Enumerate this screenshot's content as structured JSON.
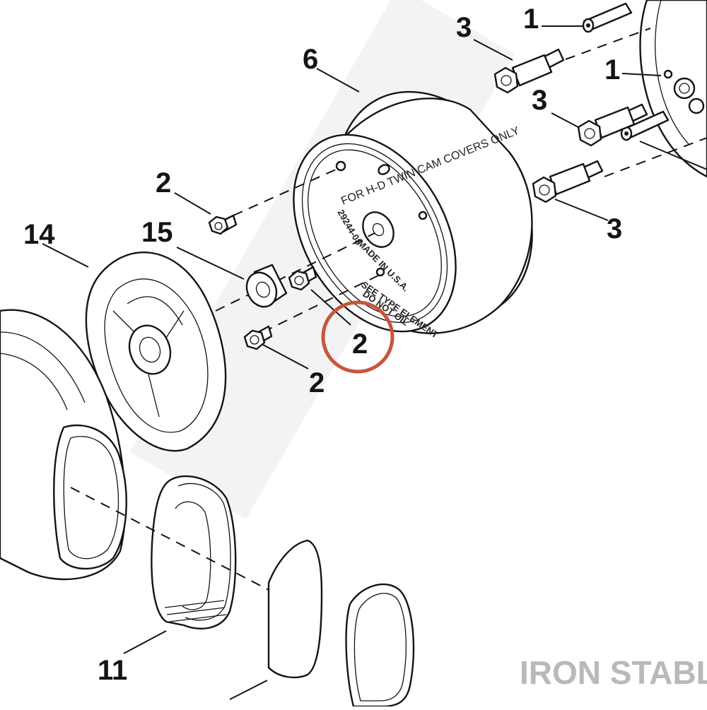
{
  "diagram": {
    "callouts": {
      "c1a": "1",
      "c1b": "1",
      "c3a": "3",
      "c3b": "3",
      "c3c": "3",
      "c6": "6",
      "c2a": "2",
      "c2b": "2",
      "c2c": "2",
      "c14": "14",
      "c15": "15",
      "c11": "11"
    },
    "cover_imprint": {
      "line1": "FOR H-D TWIN CAM COVERS ONLY",
      "line2": "29244-08",
      "line3": "MADE IN U.S.A.",
      "line4": "SEE TYPE ELEMENT",
      "line5": "DO NOT OIL"
    },
    "highlight_color": "#c8553a",
    "watermark": "IRON STABLE"
  }
}
